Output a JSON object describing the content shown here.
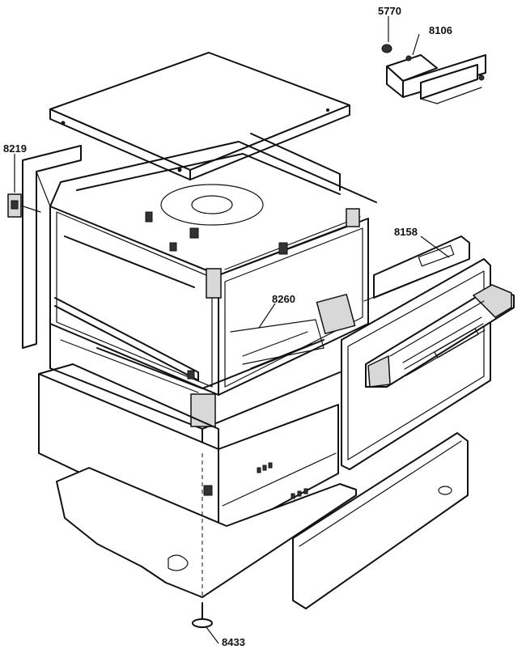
{
  "callouts": {
    "p5770": "5770",
    "p8106": "8106",
    "p8219": "8219",
    "p8158": "8158",
    "p8260": "8260",
    "p8433": "8433"
  }
}
